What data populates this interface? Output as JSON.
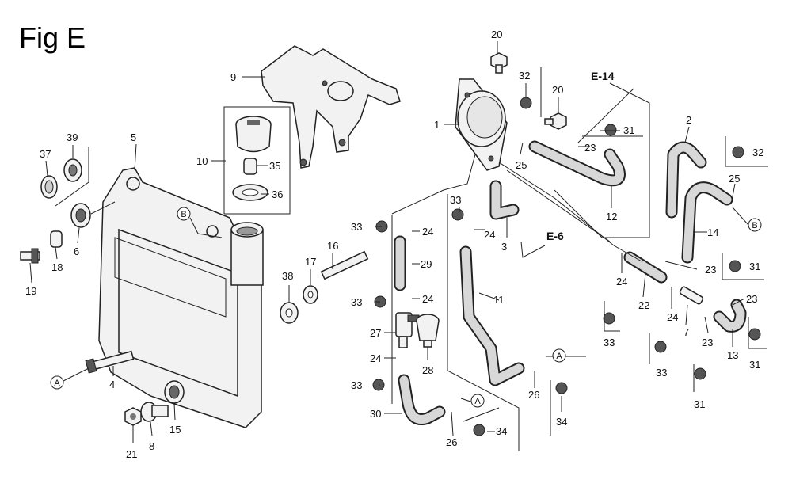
{
  "figure": {
    "title": "Fig E",
    "refs": {
      "e14": "E-14",
      "e6": "E-6"
    },
    "circle_marks": {
      "a": "A",
      "b": "B"
    },
    "parts": {
      "p1": "1",
      "p2": "2",
      "p3": "3",
      "p4": "4",
      "p5": "5",
      "p6": "6",
      "p7": "7",
      "p8": "8",
      "p9": "9",
      "p10": "10",
      "p11": "11",
      "p12": "12",
      "p13": "13",
      "p14": "14",
      "p15": "15",
      "p16": "16",
      "p17": "17",
      "p18": "18",
      "p19": "19",
      "p20": "20",
      "p21": "21",
      "p22": "22",
      "p23": "23",
      "p24": "24",
      "p25": "25",
      "p26": "26",
      "p27": "27",
      "p28": "28",
      "p29": "29",
      "p30": "30",
      "p31": "31",
      "p32": "32",
      "p33": "33",
      "p34": "34",
      "p35": "35",
      "p36": "36",
      "p37": "37",
      "p38": "38",
      "p39": "39"
    }
  }
}
